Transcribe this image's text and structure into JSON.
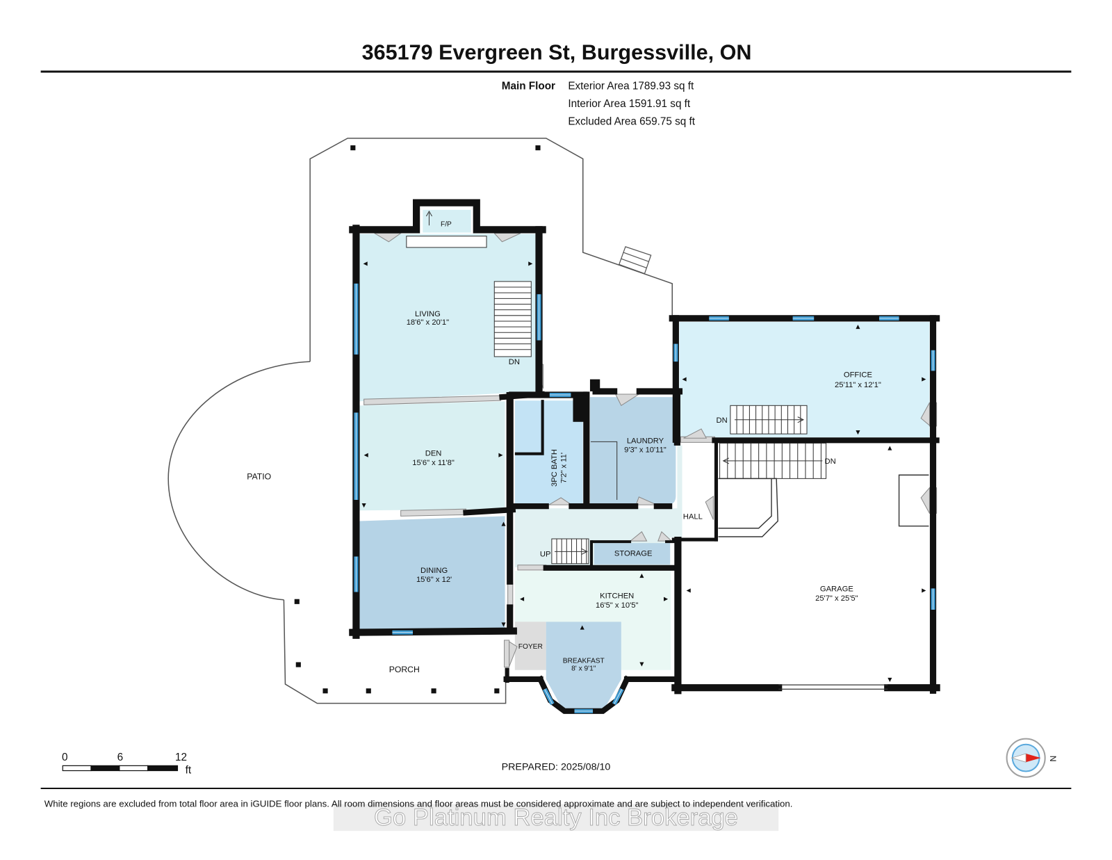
{
  "header": {
    "title": "365179 Evergreen St, Burgessville, ON"
  },
  "summary": {
    "floor": "Main Floor",
    "exterior": "Exterior Area 1789.93 sq ft",
    "interior": "Interior Area 1591.91 sq ft",
    "excluded": "Excluded Area 659.75 sq ft"
  },
  "rooms": {
    "living": {
      "name": "LIVING",
      "size": "18'6\" x 20'1\""
    },
    "den": {
      "name": "DEN",
      "size": "15'6\" x 11'8\""
    },
    "dining": {
      "name": "DINING",
      "size": "15'6\" x 12'"
    },
    "bath": {
      "name": "3PC BATH",
      "size": "7'2\" x 11'"
    },
    "laundry": {
      "name": "LAUNDRY",
      "size": "9'3\" x 10'11\""
    },
    "office": {
      "name": "OFFICE",
      "size": "25'11\" x 12'1\""
    },
    "kitchen": {
      "name": "KITCHEN",
      "size": "16'5\" x 10'5\""
    },
    "breakfast": {
      "name": "BREAKFAST",
      "size": "8' x 9'1\""
    },
    "garage": {
      "name": "GARAGE",
      "size": "25'7\" x 25'5\""
    },
    "hall": {
      "name": "HALL"
    },
    "storage": {
      "name": "STORAGE"
    },
    "foyer": {
      "name": "FOYER"
    },
    "porch": {
      "name": "PORCH"
    },
    "patio": {
      "name": "PATIO"
    }
  },
  "labels": {
    "fireplace": "F/P",
    "down": "DN",
    "up": "UP"
  },
  "scale_bar": {
    "ticks": [
      "0",
      "6",
      "12"
    ],
    "unit": "ft"
  },
  "prepared": "PREPARED: 2025/08/10",
  "compass": {
    "icon": "compass-icon",
    "label": "N"
  },
  "footer": {
    "disclaimer": "White regions are excluded from total floor area in iGUIDE floor plans. All room dimensions and floor areas must be considered approximate and are subject to independent verification.",
    "watermark": "Go Platinum Realty Inc Brokerage"
  },
  "colors": {
    "wall": "#111111",
    "window": "#3d9ad1",
    "deck_line": "#555555",
    "living": "#d6eff4",
    "den": "#d9f0f2",
    "dining": "#b5d3e6",
    "bath": "#c3e3f5",
    "laundry": "#b8d5e7",
    "office": "#d8f1f9",
    "hall": "#e1f1f2",
    "storage": "#b8d5e7",
    "kitchen": "#eaf8f4",
    "breakfast": "#bad6e8",
    "foyer": "#dddddd",
    "garage": "#ffffff",
    "compass_arrow": "#e2231a",
    "compass_face": "#cfe8f7"
  }
}
